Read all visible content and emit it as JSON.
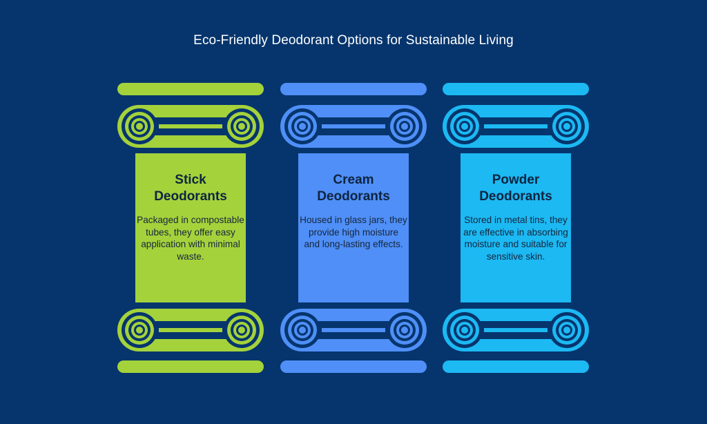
{
  "title": "Eco-Friendly Deodorant Options for Sustainable Living",
  "pillars": [
    {
      "heading_line1": "Stick",
      "heading_line2": "Deodorants",
      "description": "Packaged in compostable tubes, they offer easy application with minimal waste.",
      "color": "#a4d23b",
      "icon": "column-capital-icon"
    },
    {
      "heading_line1": "Cream",
      "heading_line2": "Deodorants",
      "description": "Housed in glass jars, they provide high moisture and long-lasting effects.",
      "color": "#4f8ff7",
      "icon": "column-capital-icon"
    },
    {
      "heading_line1": "Powder",
      "heading_line2": "Deodorants",
      "description": "Stored in metal tins, they are effective in absorbing moisture and suitable for sensitive skin.",
      "color": "#1cb9f3",
      "icon": "column-capital-icon"
    }
  ],
  "colors": {
    "background": "#06356d",
    "text": "#ffffff"
  }
}
